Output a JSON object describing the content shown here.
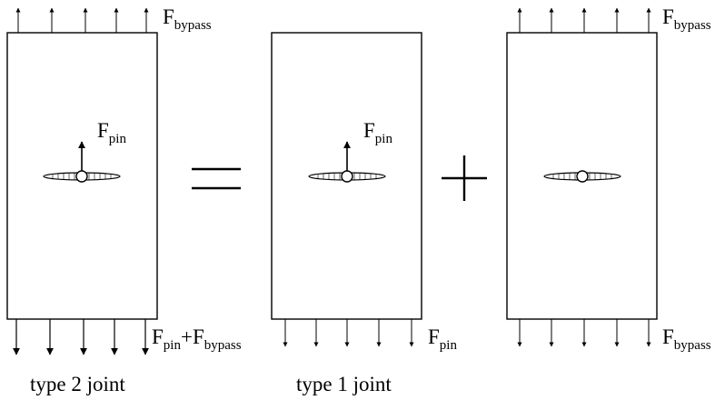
{
  "panels": [
    {
      "id": "type2",
      "top_label": {
        "main": "F",
        "sub": "bypass"
      },
      "pin_label": {
        "main": "F",
        "sub": "pin"
      },
      "bottom_label": {
        "main": "F",
        "sub": "pin",
        "plus": "+",
        "main2": "F",
        "sub2": "bypass"
      },
      "caption": "type 2 joint"
    },
    {
      "id": "type1",
      "pin_label": {
        "main": "F",
        "sub": "pin"
      },
      "bottom_label": {
        "main": "F",
        "sub": "pin"
      },
      "caption": "type 1 joint"
    },
    {
      "id": "bypass",
      "top_label": {
        "main": "F",
        "sub": "bypass"
      },
      "bottom_label": {
        "main": "F",
        "sub": "bypass"
      }
    }
  ]
}
